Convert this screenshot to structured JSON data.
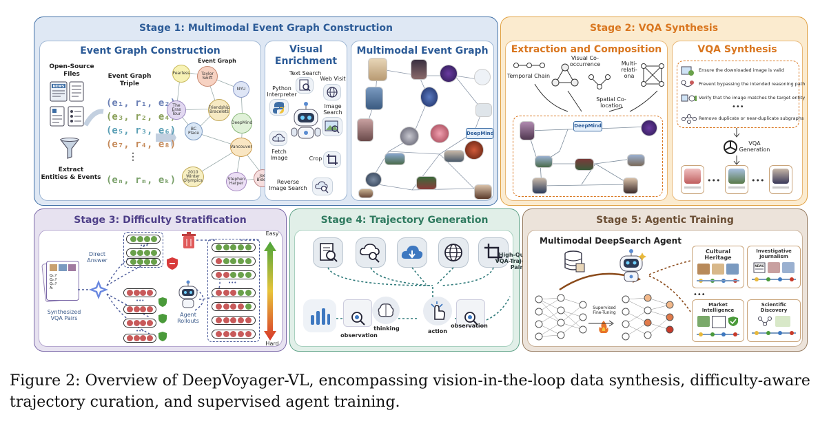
{
  "stage1": {
    "title": "Stage 1: Multimodal Event Graph Construction",
    "egc": {
      "title": "Event Graph Construction",
      "open_source": "Open-Source\nFiles",
      "triple_label": "Event Graph\nTriple",
      "graph_label": "Event Graph",
      "extract": "Extract\nEntities & Events",
      "triples": [
        "(e₁, r₁, e₂)",
        "(e₃, r₂, e₄)",
        "(e₅, r₃, e₆)",
        "(e₇, r₄, e₈)",
        "⋮",
        "(eₙ, rₘ, eₖ)"
      ],
      "nodes": [
        "Fearless",
        "Taylor Swift",
        "NYU",
        "The Eras Tour",
        "Friendship Bracelets",
        "DeepMind",
        "BC Place",
        "Vancouver",
        "2010 Winter Olympics",
        "Stephen Harper",
        "Joe Biden"
      ],
      "news_icon_text": "NEWS"
    },
    "visual": {
      "title": "Visual\nEnrichment",
      "text_search": "Text Search",
      "python": "Python\nInterpreter",
      "web_visit": "Web Visit",
      "image_search": "Image\nSearch",
      "fetch": "Fetch\nImage",
      "crop": "Crop",
      "reverse": "Reverse\nImage Search"
    },
    "mm": {
      "title": "Multimodal Event Graph",
      "deepmind_badge": "DeepMind"
    }
  },
  "stage2": {
    "title": "Stage 2: VQA Synthesis",
    "extraction": {
      "title": "Extraction and Composition",
      "temporal": "Temporal Chain",
      "visual_co": "Visual Co-\noccurrence",
      "multi": "Multi-\nrelati-\nona",
      "spatial": "Spatial Co-\nlocation",
      "deepmind_badge": "DeepMind"
    },
    "vqa": {
      "title": "VQA Synthesis",
      "checks": [
        "Ensure the downloaded image is valid",
        "Prevent bypassing the intended reasoning path",
        "Verify that the image matches the target entity",
        "Remove duplicate or near-duplicate subgraphs"
      ],
      "ellipsis": "•••",
      "generation": "VQA\nGeneration",
      "dots": "•••"
    }
  },
  "stage3": {
    "title": "Stage 3: Difficulty Stratification",
    "direct_answer": "Direct\nAnswer",
    "agent_rollouts": "Agent\nRollouts",
    "synth_pairs": "Synthesized\nVQA Pairs",
    "easy": "Easy",
    "hard": "Hard",
    "card_lines": [
      "Q₁:?",
      "Q₂:?",
      "Q₁:?",
      "A:"
    ]
  },
  "stage4": {
    "title": "Stage 4: Trajectory Generation",
    "observation1": "observation",
    "thinking": "thinking",
    "action": "action",
    "observation2": "observation",
    "hq": "High-Quality\nVQA-Trajectory\nPairs"
  },
  "stage5": {
    "title": "Stage 5: Agentic Training",
    "agent_title": "Multimodal DeepSearch Agent",
    "sft": "Supervised\nFine-Tuning",
    "domains": [
      "Cultural Heritage",
      "Investigative Journalism",
      "Market Intelligence",
      "Scientific Discovery"
    ],
    "news_icon_text": "NEWS"
  },
  "caption": "Figure 2: Overview of DeepVoyager-VL, encompassing vision-in-the-loop data synthesis, difficulty-aware trajectory curation, and supervised agent training.",
  "colors": {
    "stage1_bg": "#dfe8f4",
    "stage1_border": "#3e6ea5",
    "stage2_bg": "#fbebcf",
    "stage2_border": "#e0a040",
    "stage3_bg": "#e7e2f0",
    "stage3_border": "#7a68a8",
    "stage4_bg": "#e1efe8",
    "stage4_border": "#5fa287",
    "stage5_bg": "#ece3da",
    "stage5_border": "#957a5f",
    "title_blue": "#2c5b97",
    "title_orange": "#d9761f"
  },
  "icons": [
    "news-icon",
    "document-icon",
    "funnel-icon",
    "search-document-icon",
    "python-icon",
    "globe-icon",
    "image-icon",
    "robot-icon",
    "crop-icon",
    "cloud-search-icon",
    "cloud-download-icon",
    "bar-chart-icon",
    "brain-icon",
    "hand-pointer-icon",
    "trash-icon",
    "shield-icon",
    "openai-icon",
    "database-icon",
    "fire-icon",
    "neural-network-icon"
  ]
}
